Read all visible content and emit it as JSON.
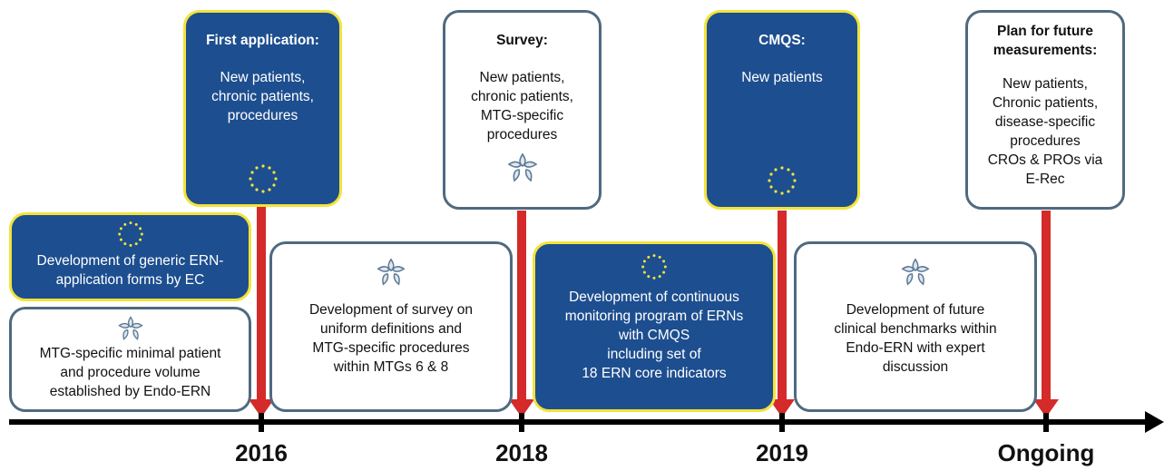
{
  "milestones": [
    {
      "title": "First application:",
      "text": "New patients,\nchronic patients,\nprocedures",
      "style": "blue",
      "icon": "eu-stars-icon"
    },
    {
      "title": "Survey:",
      "text": "New patients,\nchronic patients,\nMTG-specific\nprocedures",
      "style": "white",
      "icon": "endo-flower-icon"
    },
    {
      "title": "CMQS:",
      "text": "New patients",
      "style": "blue",
      "icon": "eu-stars-icon"
    },
    {
      "title": "Plan for future measurements:",
      "text": "New patients,\nChronic patients,\ndisease-specific\nprocedures\nCROs & PROs via\nE-Rec",
      "style": "white",
      "icon": ""
    }
  ],
  "developments": [
    {
      "text": "Development of generic ERN-\napplication forms by EC",
      "style": "blue",
      "icon": "eu-stars-icon"
    },
    {
      "text": "MTG-specific minimal patient\nand procedure volume\nestablished by Endo-ERN",
      "style": "white",
      "icon": "endo-flower-icon"
    },
    {
      "text": "Development of survey on\nuniform definitions and\nMTG-specific procedures\nwithin MTGs 6 & 8",
      "style": "white",
      "icon": "endo-flower-icon"
    },
    {
      "text": "Development of continuous\nmonitoring program of ERNs\nwith CMQS\nincluding set of\n18 ERN core indicators",
      "style": "blue",
      "icon": "eu-stars-icon"
    },
    {
      "text": "Development of future\nclinical benchmarks within\nEndo-ERN with expert\ndiscussion",
      "style": "white",
      "icon": "endo-flower-icon"
    }
  ],
  "years": [
    "2016",
    "2018",
    "2019",
    "Ongoing"
  ],
  "colors": {
    "blue": "#1d4e8f",
    "yellow": "#f2e33a",
    "grey_border": "#4f6a80",
    "arrow": "#d42a2a",
    "axis": "#000000"
  }
}
